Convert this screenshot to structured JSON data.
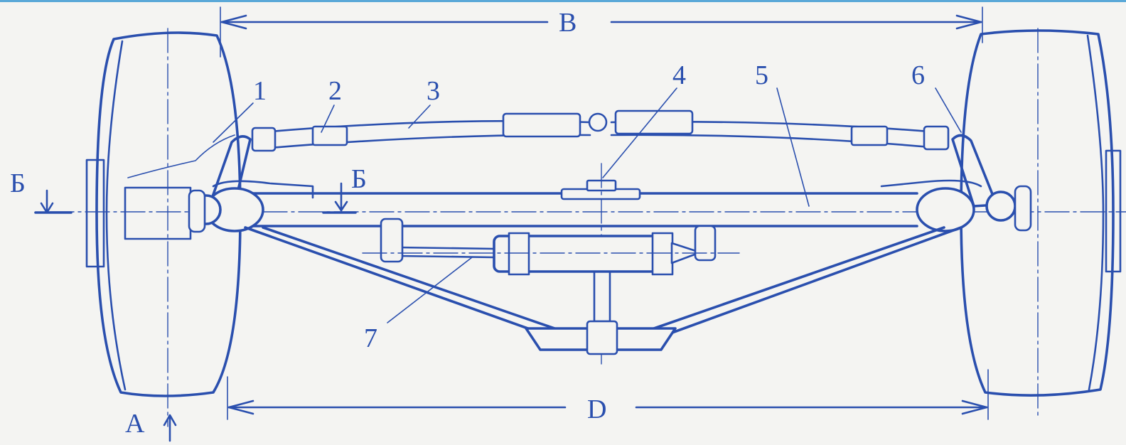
{
  "colors": {
    "ink": "#2a4fae",
    "paper": "#f4f4f2",
    "frame": "#5aa8d8"
  },
  "dimensions": {
    "top": "B",
    "bottom": "D"
  },
  "section_mark": {
    "left": "Б",
    "inner": "Б"
  },
  "view_mark": "A",
  "part_numbers": [
    "1",
    "2",
    "3",
    "4",
    "5",
    "6",
    "7"
  ]
}
